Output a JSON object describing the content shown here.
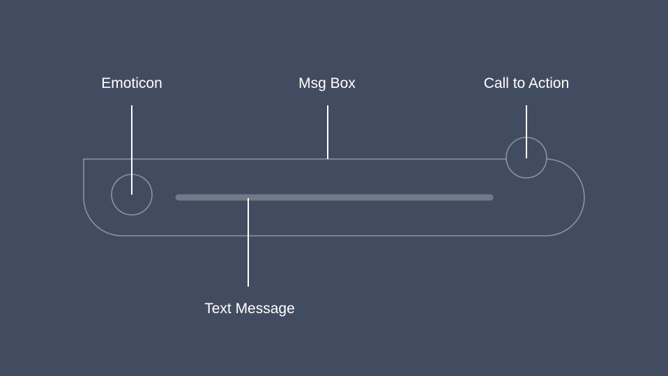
{
  "labels": {
    "emoticon": "Emoticon",
    "msg_box": "Msg Box",
    "call_to_action": "Call to Action",
    "text_message": "Text Message"
  },
  "colors": {
    "background": "#424c61",
    "outline": "#8c93a0",
    "text_bar": "#727987",
    "callout_line": "#ffffff",
    "label_text": "#ffffff"
  }
}
